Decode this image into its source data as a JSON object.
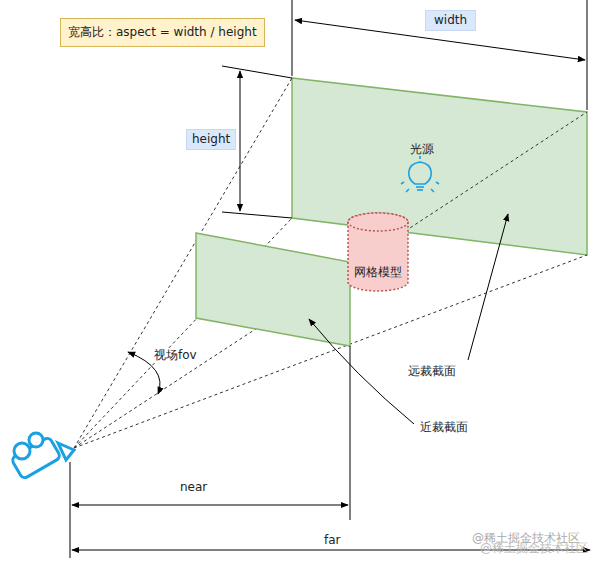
{
  "diagram": {
    "nodes": [
      {
        "text": [
          "宽高比：aspect = width / height"
        ]
      },
      {
        "text": [
          "width"
        ]
      },
      {
        "text": [
          "height"
        ]
      },
      {
        "text": [
          "网格模型"
        ]
      }
    ],
    "labels": [
      "光源",
      "视场fov",
      "远裁截面",
      "近裁截面",
      "near",
      "far",
      "@稀土掘金技术社区",
      "@稀土掘金技术社区"
    ]
  }
}
